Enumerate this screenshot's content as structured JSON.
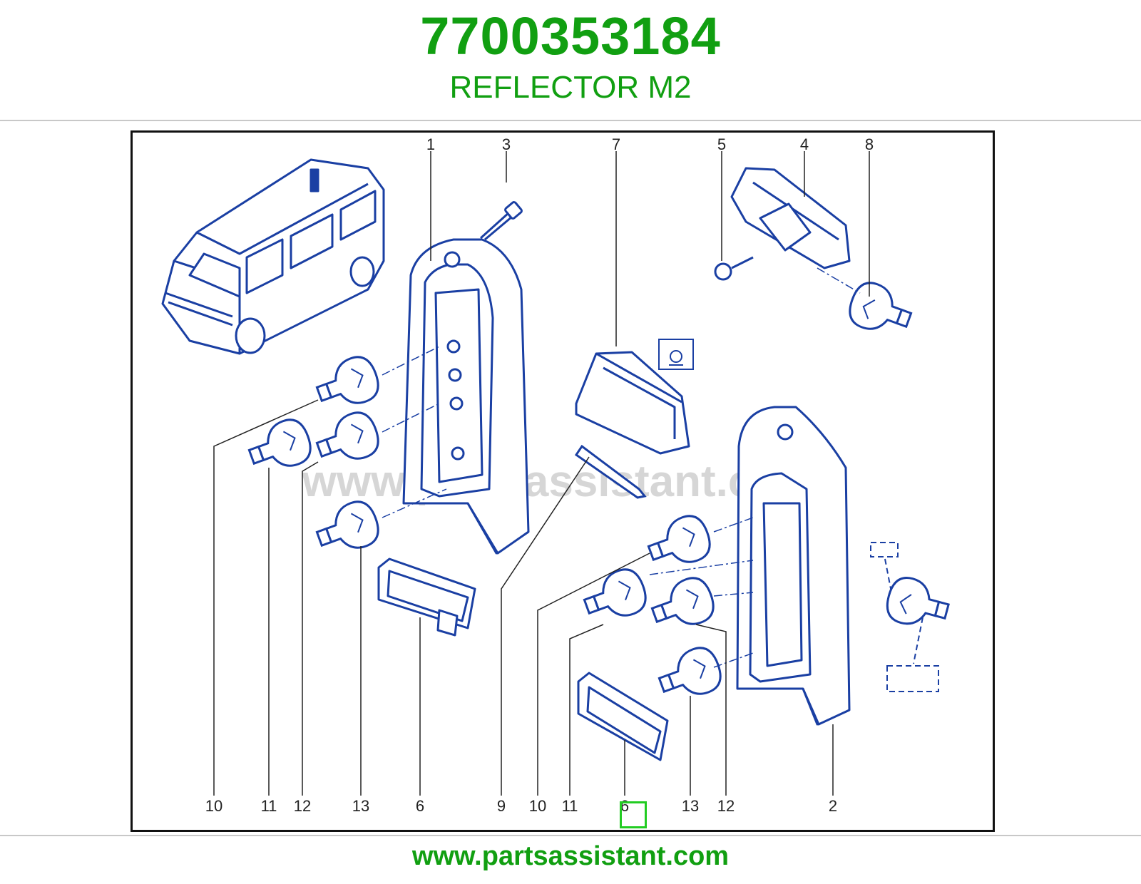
{
  "header": {
    "part_number": "7700353184",
    "part_name": "REFLECTOR M2"
  },
  "diagram": {
    "watermark": "www.partsassistant.com",
    "callouts_top": [
      "1",
      "3",
      "7",
      "5",
      "4",
      "8"
    ],
    "callouts_bottom": [
      "10",
      "11",
      "12",
      "13",
      "6",
      "9",
      "10",
      "11",
      "6",
      "13",
      "12",
      "2"
    ],
    "highlighted_callout": "6"
  },
  "footer": {
    "site": "www.partsassistant.com"
  },
  "colors": {
    "brand_green": "#119f11",
    "line_blue": "#1a3fa3",
    "highlight_green": "#22cc22"
  },
  "icons": [
    "van-illustration",
    "bulb-icon",
    "lamp-symbol-icon"
  ]
}
